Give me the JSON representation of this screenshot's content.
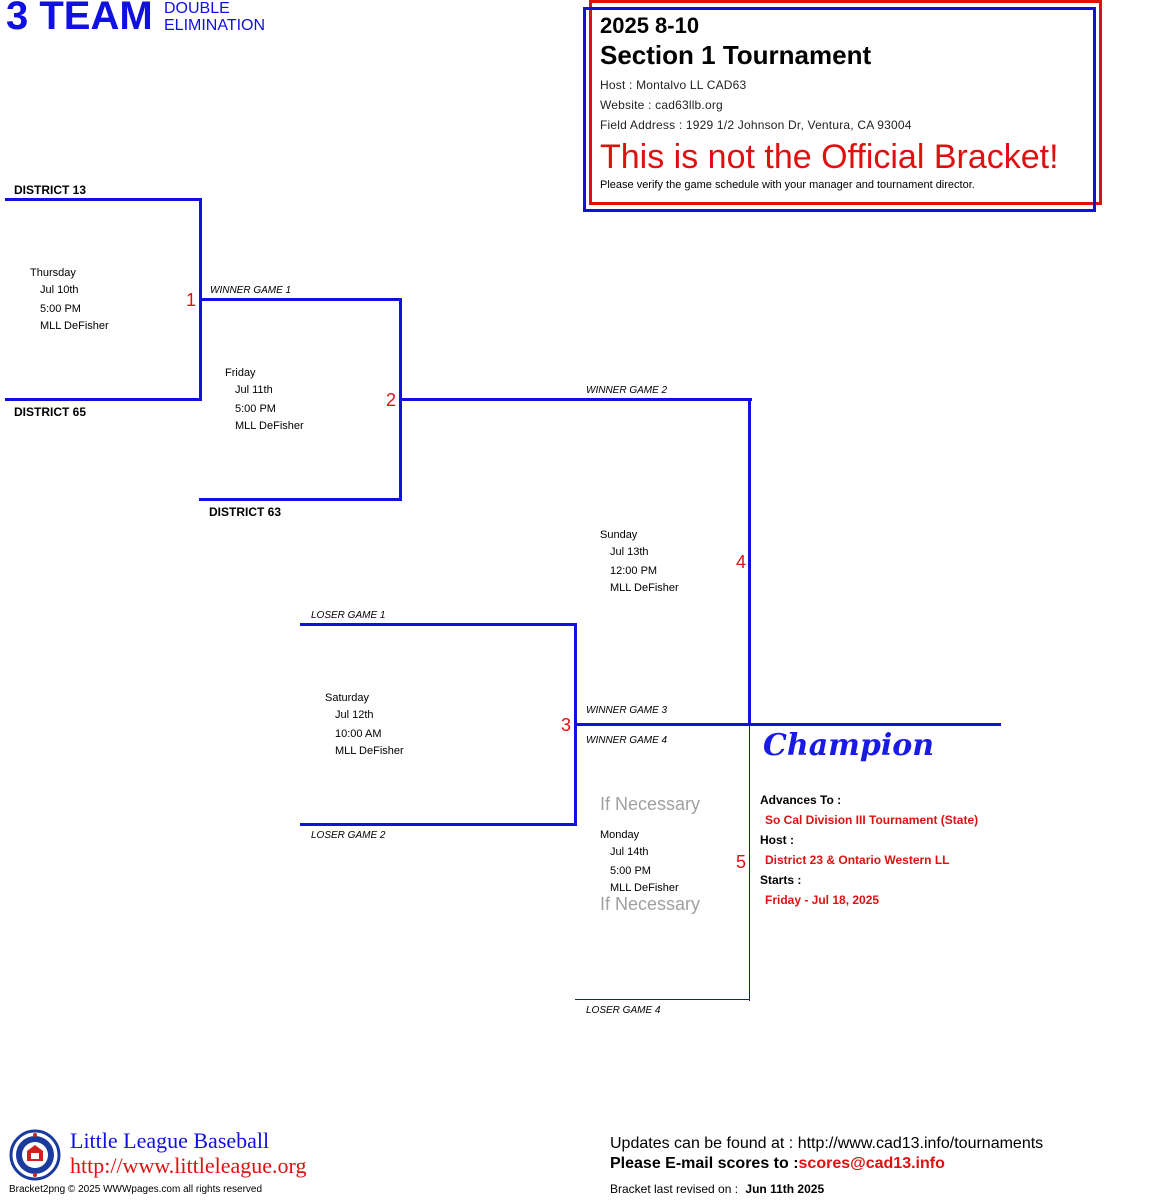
{
  "header": {
    "bracket_size": "3 TEAM",
    "bracket_type_line1": "DOUBLE",
    "bracket_type_line2": "ELIMINATION"
  },
  "info_box": {
    "year_division": "2025 8-10",
    "tournament": "Section 1 Tournament",
    "host": "Host : Montalvo LL CAD63",
    "website": "Website : cad63llb.org",
    "field_address": "Field Address : 1929 1/2 Johnson Dr, Ventura, CA 93004",
    "warning": "This is not the Official Bracket!",
    "verify_note": "Please verify the game schedule with your manager and tournament director."
  },
  "teams": {
    "district13": "DISTRICT 13",
    "district65": "DISTRICT 65",
    "district63": "DISTRICT 63"
  },
  "slots": {
    "winner_game_1": "WINNER GAME 1",
    "winner_game_2": "WINNER GAME 2",
    "loser_game_1": "LOSER GAME 1",
    "loser_game_2": "LOSER GAME 2",
    "winner_game_3": "WINNER GAME 3",
    "winner_game_4": "WINNER GAME 4",
    "loser_game_4": "LOSER GAME 4"
  },
  "games": {
    "g1": {
      "num": "1",
      "day": "Thursday",
      "date": "Jul 10th",
      "time": "5:00 PM",
      "field": "MLL DeFisher"
    },
    "g2": {
      "num": "2",
      "day": "Friday",
      "date": "Jul 11th",
      "time": "5:00 PM",
      "field": "MLL DeFisher"
    },
    "g3": {
      "num": "3",
      "day": "Saturday",
      "date": "Jul 12th",
      "time": "10:00 AM",
      "field": "MLL DeFisher"
    },
    "g4": {
      "num": "4",
      "day": "Sunday",
      "date": "Jul 13th",
      "time": "12:00 PM",
      "field": "MLL DeFisher"
    },
    "g5": {
      "num": "5",
      "day": "Monday",
      "date": "Jul 14th",
      "time": "5:00 PM",
      "field": "MLL DeFisher"
    }
  },
  "if_necessary": "If Necessary",
  "champion": {
    "label": "Champion",
    "advances_to_label": "Advances To :",
    "advances_to": "So Cal Division III Tournament (State)",
    "host_label": "Host :",
    "host": "District 23 & Ontario Western LL",
    "starts_label": "Starts :",
    "starts": "Friday - Jul 18, 2025"
  },
  "footer": {
    "ll_name": "Little League Baseball",
    "ll_url": "http://www.littleleague.org",
    "copyright": "Bracket2png © 2025 WWWpages.com all rights reserved",
    "updates": "Updates can be found at : http://www.cad13.info/tournaments",
    "email_label": "Please E-mail scores to :",
    "email": "scores@cad13.info",
    "revised_label": "Bracket last revised on :",
    "revised_date": "Jun 11th 2025"
  },
  "colors": {
    "line": "#1010e0",
    "red": "#e01010",
    "gray": "#a0a0a0"
  }
}
